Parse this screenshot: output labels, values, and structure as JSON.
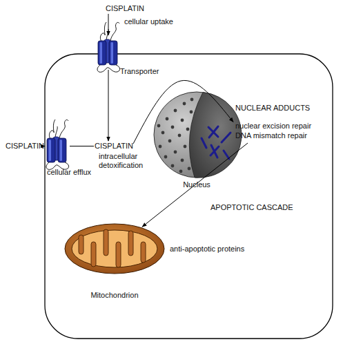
{
  "diagram": {
    "nodes": [
      {
        "text": [
          "CISPLATIN"
        ]
      },
      {
        "text": [
          "Transporter"
        ]
      },
      {
        "text": [
          "CISPLATIN"
        ]
      },
      {
        "text": [
          "cellular efflux"
        ]
      },
      {
        "text": [
          "CISPLATIN"
        ]
      },
      {
        "text": [
          "Nucleus"
        ]
      },
      {
        "text": [
          "NUCLEAR ADDUCTS",
          "nuclear excision repair",
          "DNA mismatch repair"
        ]
      },
      {
        "text": [
          "Mitochondrion"
        ]
      }
    ],
    "edges": [
      {
        "from": 0,
        "to": 1,
        "label": "cellular uptake",
        "arrow": "to"
      },
      {
        "from": 1,
        "to": 2,
        "arrow": "to"
      },
      {
        "from": 2,
        "to": 3,
        "arrow": "none"
      },
      {
        "from": 3,
        "to": 4,
        "arrow": "to"
      },
      {
        "from": 2,
        "to": 6,
        "arrow": "to"
      },
      {
        "from": 6,
        "to": 7,
        "label": "APOPTOTIC CASCADE",
        "arrow": "to"
      }
    ],
    "labels": [
      "intracellular detoxification",
      "anti-apoptotic proteins"
    ]
  }
}
